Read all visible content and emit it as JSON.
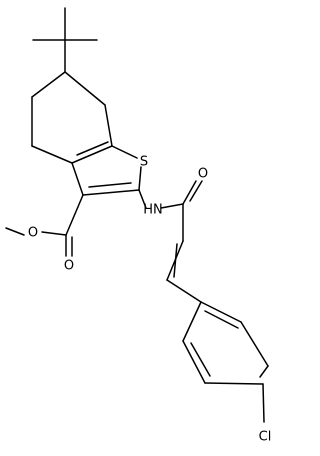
{
  "molecule": {
    "atoms": {
      "S": "S",
      "O_ester_single": "O",
      "O_ester_double": "O",
      "NH": "HN",
      "O_amide": "O",
      "Cl": "Cl"
    }
  },
  "colors": {
    "bond": "#000000",
    "background": "#ffffff"
  }
}
